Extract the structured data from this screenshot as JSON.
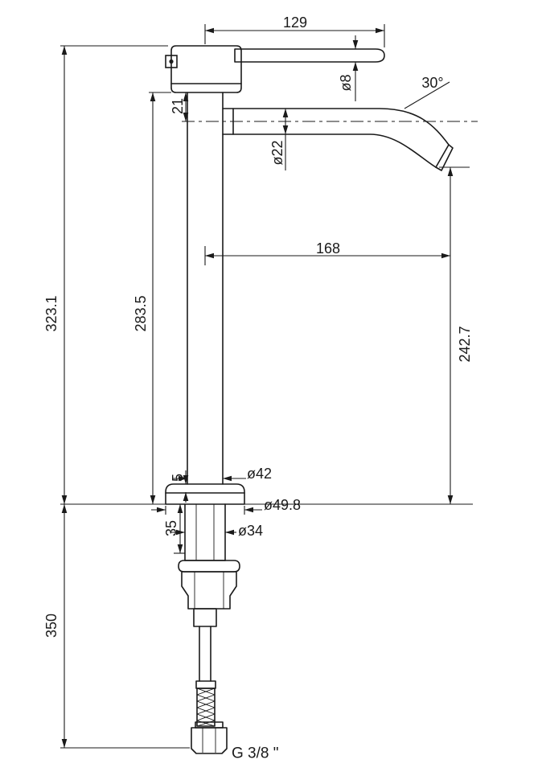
{
  "drawing": {
    "type": "technical-dimension-drawing",
    "subject": "tall single-lever basin mixer faucet, side elevation",
    "units": "mm",
    "colors": {
      "line": "#1a1a1a",
      "background": "#ffffff"
    },
    "dims": {
      "handle_length": "129",
      "handle_diameter": "ø8",
      "spout_angle": "30°",
      "head_to_spout": "21",
      "spout_diameter": "ø22",
      "spout_reach": "168",
      "total_height": "323.1",
      "body_height": "283.5",
      "outlet_height": "242.7",
      "base_plate_height": "5",
      "body_diameter": "ø42",
      "base_diameter": "ø49.8",
      "shank_length": "35",
      "shank_diameter": "ø34",
      "hose_length": "350",
      "thread": "G 3/8 \""
    }
  }
}
